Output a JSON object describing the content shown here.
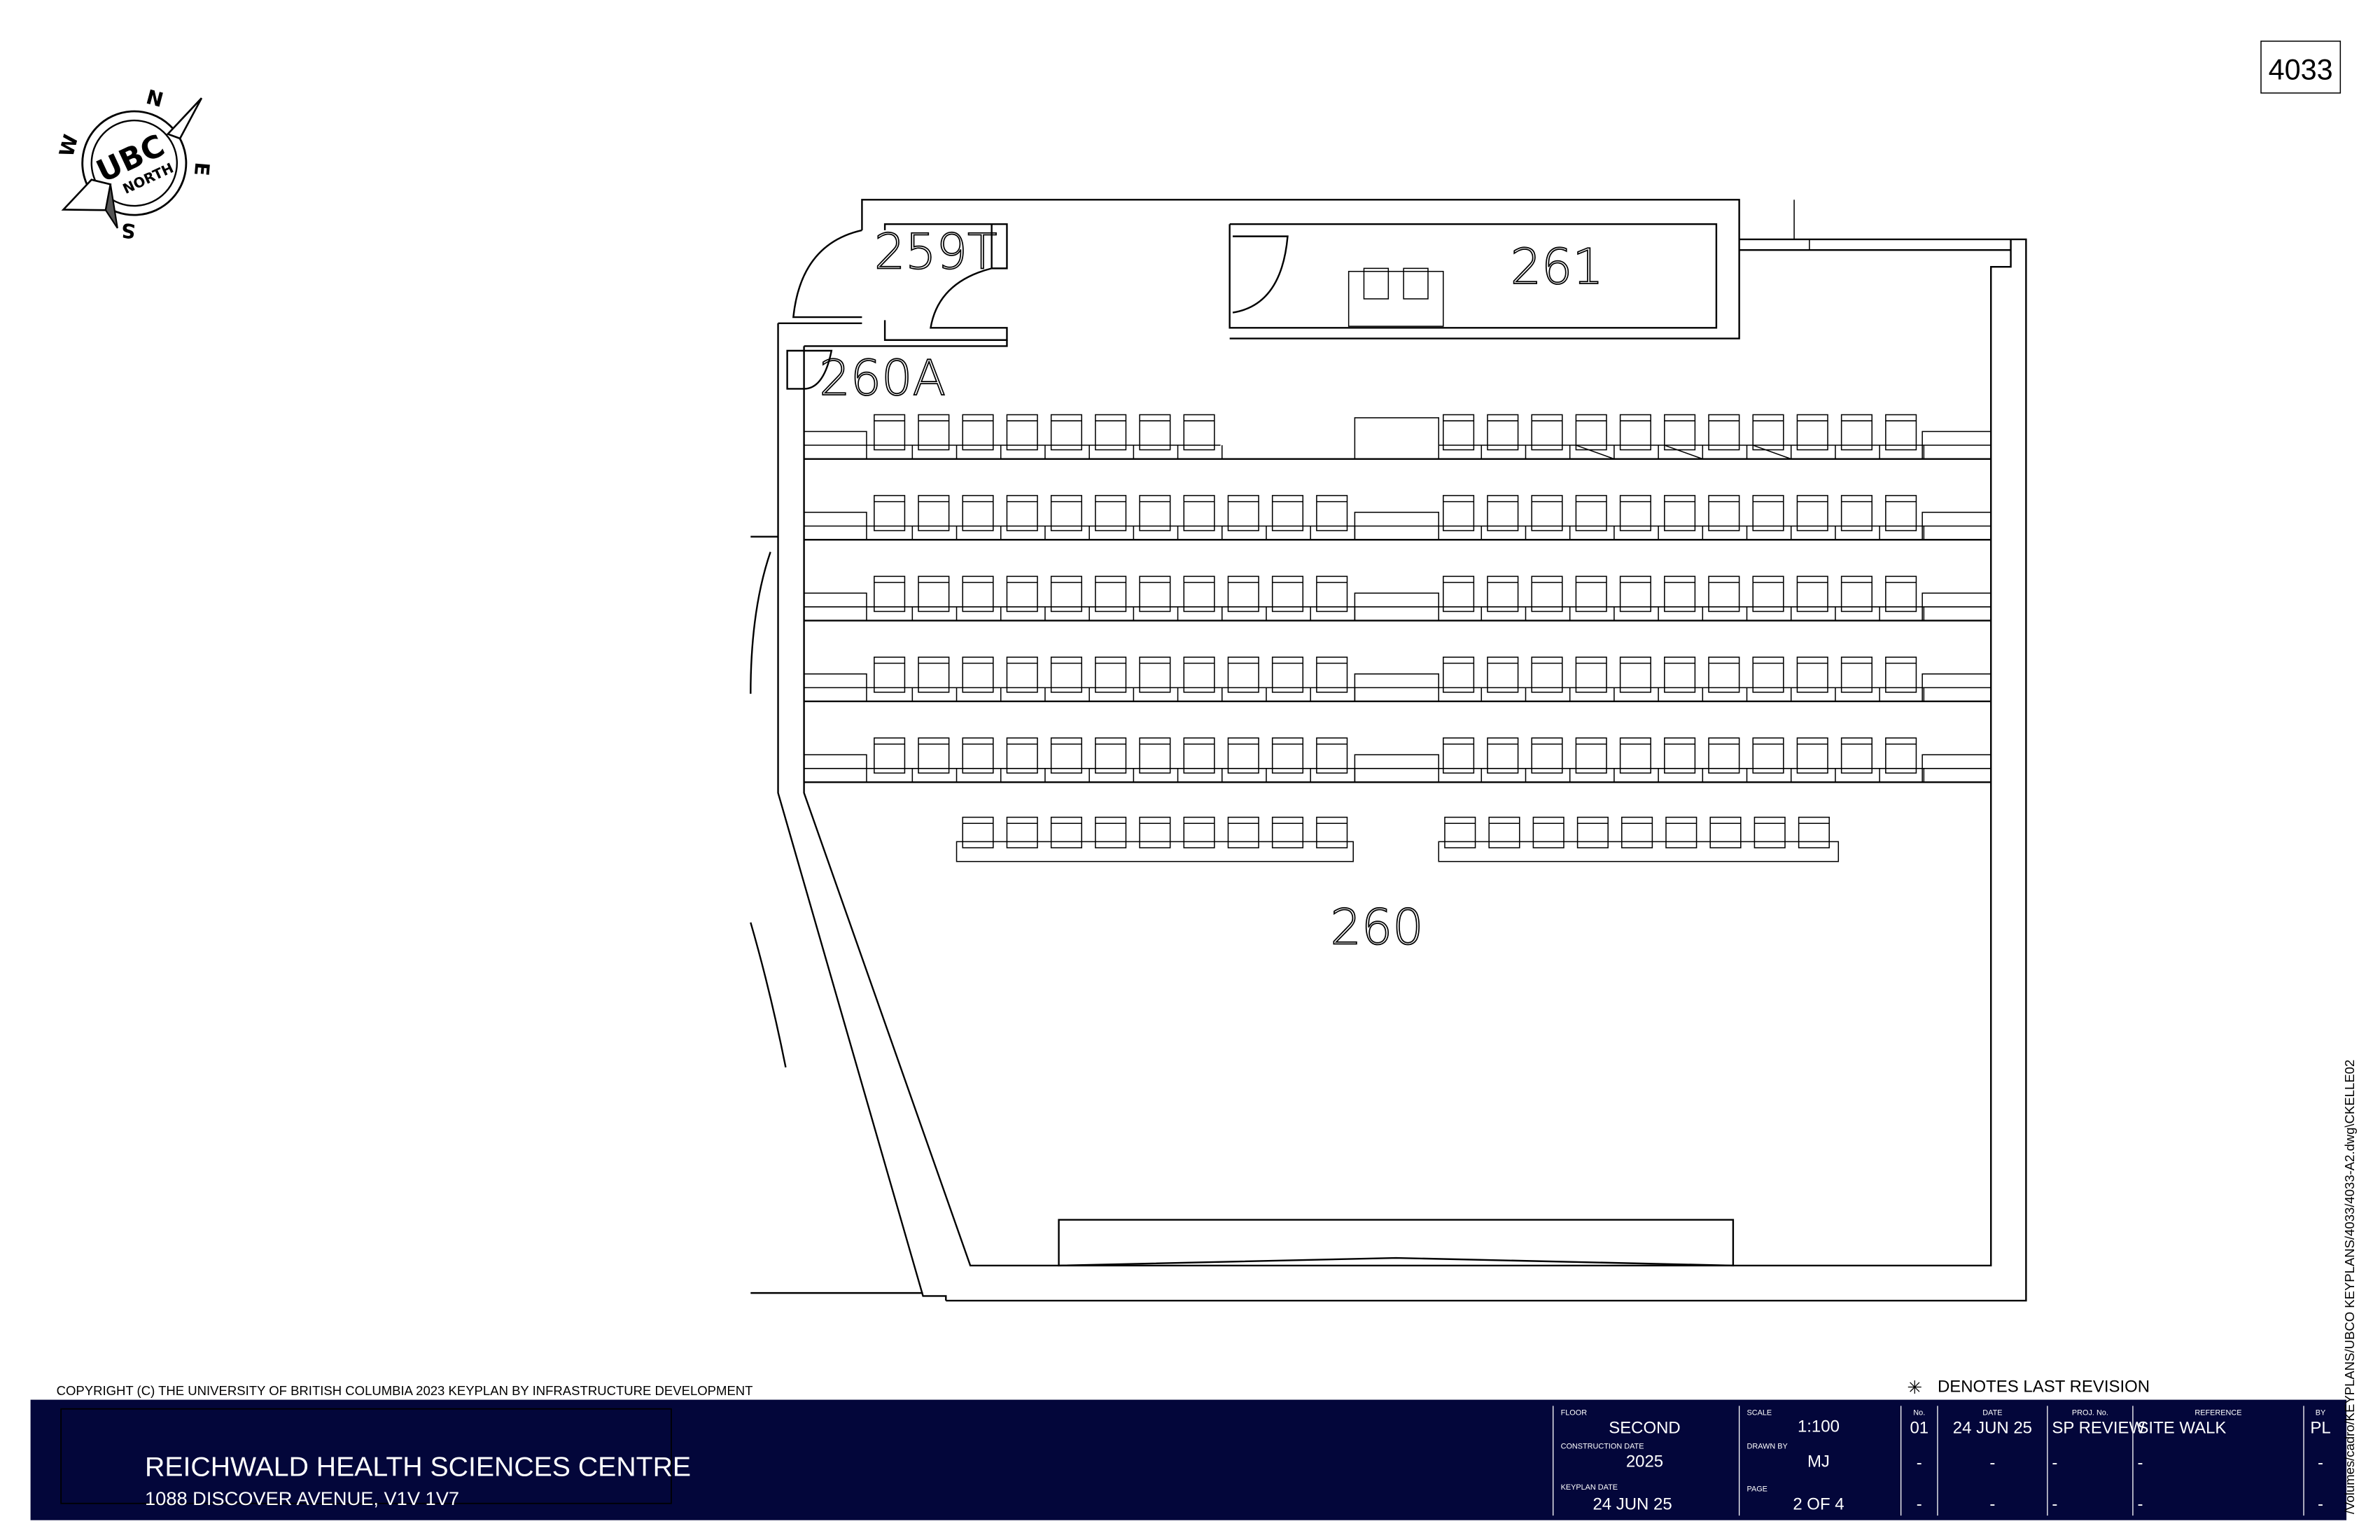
{
  "sheet_number": "4033",
  "compass": {
    "label": "UBC NORTH",
    "directions": [
      "N",
      "E",
      "S",
      "W"
    ]
  },
  "rooms": {
    "r259": "259T",
    "r261": "261",
    "r260a": "260A",
    "r260": "260"
  },
  "copyright": "COPYRIGHT (C) THE UNIVERSITY OF BRITISH COLUMBIA 2023 KEYPLAN BY INFRASTRUCTURE DEVELOPMENT",
  "revision_note": "DENOTES LAST REVISION",
  "file_path": "/Volumes/cadro/KEYPLANS/UBCO KEYPLANS/4033/4033-A2.dwg\\CKELLE02",
  "title_block": {
    "background": "#03063a",
    "building": "REICHWALD HEALTH SCIENCES CENTRE",
    "address": "1088 DISCOVER AVENUE, V1V 1V7",
    "floor_label": "FLOOR",
    "floor": "SECOND",
    "construction_date_label": "CONSTRUCTION DATE",
    "construction_date": "2025",
    "keyplan_date_label": "KEYPLAN DATE",
    "keyplan_date": "24 JUN 25",
    "scale_label": "SCALE",
    "scale": "1:100",
    "drawn_by_label": "DRAWN BY",
    "drawn_by": "MJ",
    "page_label": "PAGE",
    "page": "2 OF 4",
    "revisions": {
      "headers": [
        "No.",
        "DATE",
        "PROJ. No.",
        "REFERENCE",
        "BY"
      ],
      "rows": [
        [
          "01",
          "24 JUN 25",
          "SP REVIEW",
          "SITE WALK",
          "PL"
        ],
        [
          "-",
          "-",
          "-",
          "-",
          "-"
        ],
        [
          "-",
          "-",
          "-",
          "-",
          "-"
        ]
      ]
    }
  }
}
